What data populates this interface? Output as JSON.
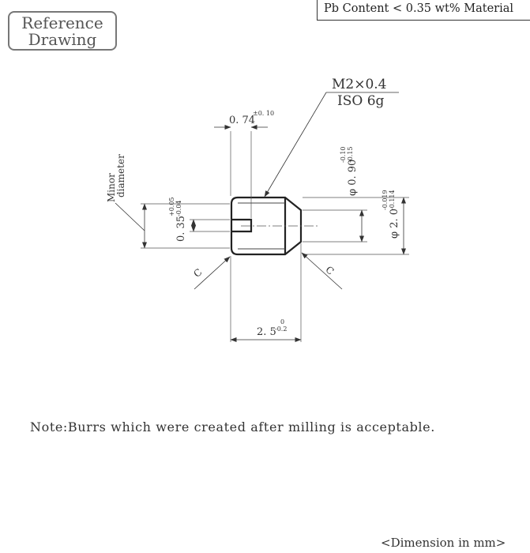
{
  "stamp": {
    "line1": "Reference",
    "line2": "Drawing"
  },
  "material": {
    "label": "Pb Content < 0.35 wt% Material"
  },
  "drawing": {
    "thread_spec": {
      "line1": "M2×0.4",
      "line2": "ISO 6g"
    },
    "slot_width": {
      "value": "0. 74",
      "tol": "±0. 10"
    },
    "slot_depth": {
      "value": "φ 0. 90",
      "tol_upper": "-0.10",
      "tol_lower": "-0.15"
    },
    "minor_diameter": {
      "label_line1": "Minor",
      "label_line2": "diameter",
      "value": "0. 35",
      "tol_upper": "+0.05",
      "tol_lower": "-0.04"
    },
    "major_diameter": {
      "value": "φ 2. 0",
      "tol_upper": "-0.019",
      "tol_lower": "-0.114"
    },
    "chamfer": {
      "left": "C",
      "right": "C"
    },
    "length": {
      "value": "2. 5",
      "tol_upper": "0",
      "tol_lower": "-0.2"
    }
  },
  "note": "Note:Burrs which were created after milling is acceptable.",
  "units": "<Dimension in mm>"
}
